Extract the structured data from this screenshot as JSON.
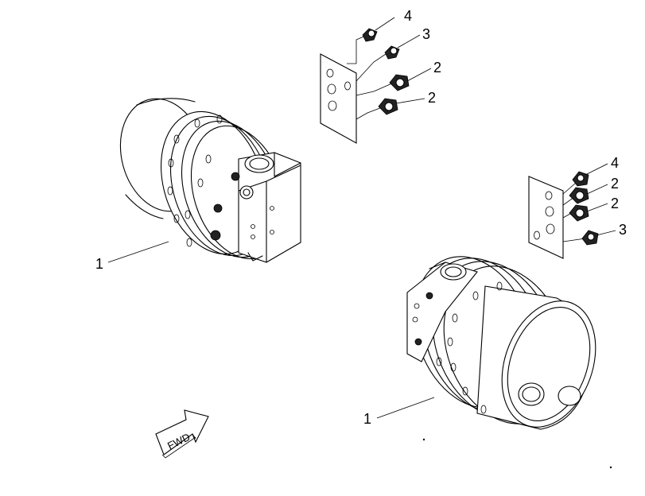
{
  "callouts": {
    "motor_left": "1",
    "motor_right": "1",
    "top_fitting_4": "4",
    "top_fitting_3": "3",
    "top_fitting_2a": "2",
    "top_fitting_2b": "2",
    "side_fitting_4": "4",
    "side_fitting_2a": "2",
    "side_fitting_2b": "2",
    "side_fitting_3": "3"
  },
  "fwd_label": "FWD"
}
